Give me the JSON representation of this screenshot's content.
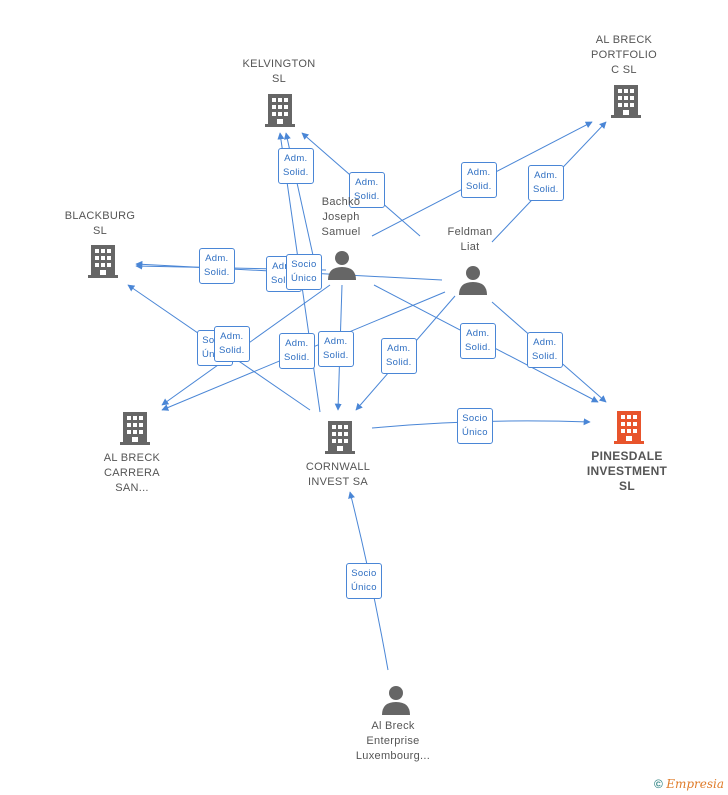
{
  "nodes": {
    "kelvington": {
      "label": "KELVINGTON\nSL",
      "icon": "building-icon",
      "color": "#666666"
    },
    "albreck_portfolio": {
      "label": "AL BRECK\nPORTFOLIO\nC  SL",
      "icon": "building-icon",
      "color": "#666666"
    },
    "blackburg": {
      "label": "BLACKBURG\nSL",
      "icon": "building-icon",
      "color": "#666666"
    },
    "bachko": {
      "label": "Bachko\nJoseph\nSamuel",
      "icon": "person-icon",
      "color": "#666666"
    },
    "feldman": {
      "label": "Feldman\nLiat",
      "icon": "person-icon",
      "color": "#666666"
    },
    "albreck_carrera": {
      "label": "AL BRECK\nCARRERA\nSAN...",
      "icon": "building-icon",
      "color": "#666666"
    },
    "cornwall": {
      "label": "CORNWALL\nINVEST SA",
      "icon": "building-icon",
      "color": "#666666"
    },
    "pinesdale": {
      "label": "PINESDALE\nINVESTMENT\nSL",
      "icon": "building-icon",
      "color": "#e8542c"
    },
    "albreck_enterprise": {
      "label": "Al Breck\nEnterprise\nLuxembourg...",
      "icon": "person-icon",
      "color": "#666666"
    }
  },
  "edge_labels": {
    "adm_solid": "Adm.\nSolid.",
    "socio_unico": "Socio\nÚnico"
  },
  "colors": {
    "edge": "#4a86d6",
    "accent": "#e8542c",
    "node": "#666666"
  },
  "footer": {
    "copyright": "©",
    "brand": "Empresia"
  }
}
